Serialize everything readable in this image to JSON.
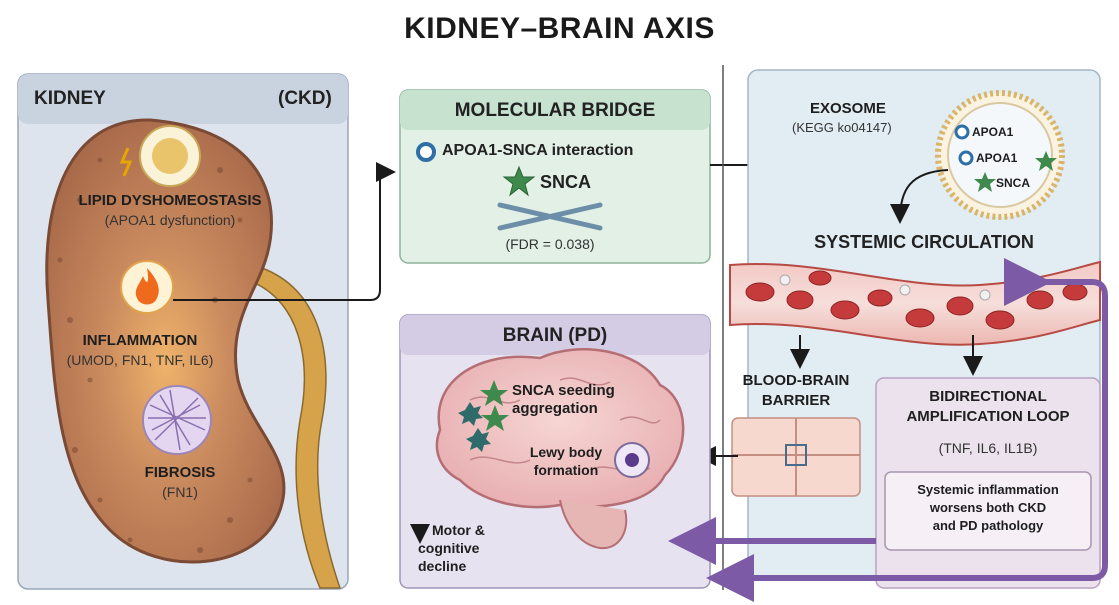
{
  "title": "KIDNEY–BRAIN AXIS",
  "kidney": {
    "header": "KIDNEY",
    "header_right": "(CKD)",
    "lipid_label": "LIPID DYSHOMEOSTASIS",
    "lipid_sub": "(APOA1 dysfunction)",
    "inflammation_label": "INFLAMMATION",
    "inflammation_sub": "(UMOD, FN1, TNF, IL6)",
    "fibrosis_label": "FIBROSIS",
    "fibrosis_sub": "(FN1)"
  },
  "bridge": {
    "header": "MOLECULAR BRIDGE",
    "interaction": "APOA1-SNCA interaction",
    "snca": "SNCA",
    "fdr": "(FDR = 0.038)"
  },
  "exosome": {
    "header": "EXOSOME",
    "kegg": "(KEGG ko04147)",
    "items": [
      "APOA1",
      "APOA1",
      "SNCA"
    ]
  },
  "circulation": {
    "label": "SYSTEMIC CIRCULATION"
  },
  "bbb": {
    "line1": "BLOOD-BRAIN",
    "line2": "BARRIER"
  },
  "brain": {
    "header": "BRAIN (PD)",
    "snca_line1": "SNCA seeding",
    "snca_line2": "aggregation",
    "lewy_line1": "Lewy body",
    "lewy_line2": "formation",
    "decline_arrow": "↓",
    "decline_line1": "Motor &",
    "decline_line2": "cognitive",
    "decline_line3": "decline"
  },
  "loop": {
    "line1": "BIDIRECTIONAL",
    "line2": "AMPLIFICATION LOOP",
    "cytokines": "(TNF, IL6, IL1B)",
    "note_line1": "Systemic inflammation",
    "note_line2": "worsens both CKD",
    "note_line3": "and PD pathology"
  },
  "colors": {
    "kidney_panel": "#dde4ee",
    "kidney_tissue": "#b87a55",
    "bridge_panel": "#e2f0e6",
    "brain_panel": "#e6e2f0",
    "circulation_panel": "#e1ecf3",
    "loop_panel": "#ece2ee",
    "loop_arrow": "#7c5aa6",
    "star_green": "#3d8a4c",
    "vessel_red": "#c53b3b"
  }
}
